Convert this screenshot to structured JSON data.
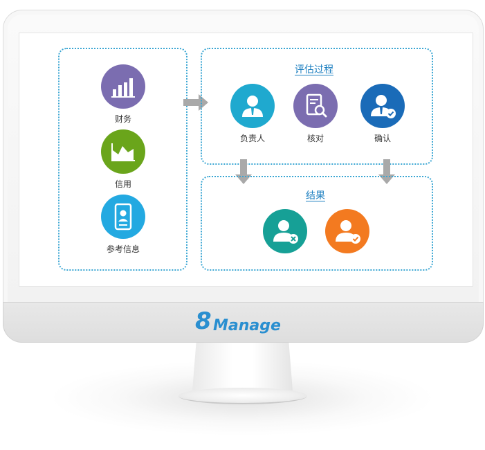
{
  "brand": {
    "logo_number": "8",
    "logo_text": "Manage"
  },
  "inputs": [
    {
      "label": "财务",
      "icon": "bar-chart-icon",
      "color": "#7b6db0"
    },
    {
      "label": "信用",
      "icon": "area-chart-icon",
      "color": "#6aa51b"
    },
    {
      "label": "参考信息",
      "icon": "profile-document-icon",
      "color": "#23a9e1"
    }
  ],
  "evaluation": {
    "title": "评估过程",
    "steps": [
      {
        "label": "负责人",
        "icon": "person-icon",
        "color": "#1fa9cf"
      },
      {
        "label": "核对",
        "icon": "document-search-icon",
        "color": "#7b6db0"
      },
      {
        "label": "确认",
        "icon": "person-check-icon",
        "color": "#1a6bb8"
      }
    ]
  },
  "result": {
    "title": "结果",
    "outcomes": [
      {
        "icon": "person-reject-icon",
        "color": "#16a096"
      },
      {
        "icon": "person-approve-icon",
        "color": "#f37a20"
      }
    ]
  },
  "colors": {
    "border": "#3aa6d3",
    "arrow": "#a9a9a9",
    "title": "#1c7fc0",
    "brand": "#2a8fd0"
  }
}
